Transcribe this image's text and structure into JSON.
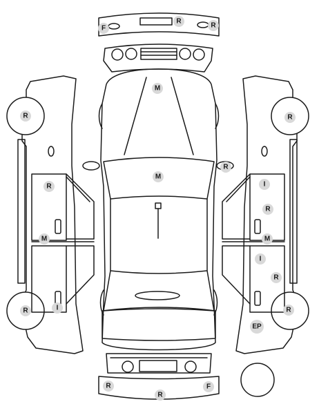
{
  "markers": [
    {
      "id": "front-bumper-left",
      "label": "F"
    },
    {
      "id": "front-bumper-center",
      "label": "R"
    },
    {
      "id": "front-bumper-right",
      "label": "R"
    },
    {
      "id": "hood",
      "label": "M"
    },
    {
      "id": "front-right-fender",
      "label": "R"
    },
    {
      "id": "roof",
      "label": "M"
    },
    {
      "id": "left-front-wheel",
      "label": "R"
    },
    {
      "id": "left-front-door",
      "label": "R"
    },
    {
      "id": "left-rocker",
      "label": "M"
    },
    {
      "id": "left-rear-wheel",
      "label": "R"
    },
    {
      "id": "left-rear-door",
      "label": "I"
    },
    {
      "id": "right-front-wheel",
      "label": "R"
    },
    {
      "id": "right-front-door-upper",
      "label": "I"
    },
    {
      "id": "right-front-door-lower",
      "label": "R"
    },
    {
      "id": "right-rocker",
      "label": "M"
    },
    {
      "id": "right-rear-door",
      "label": "I"
    },
    {
      "id": "right-rear-quarter",
      "label": "R"
    },
    {
      "id": "right-rear-wheel",
      "label": "R"
    },
    {
      "id": "exhaust",
      "label": "EP"
    },
    {
      "id": "rear-bumper-left",
      "label": "R"
    },
    {
      "id": "rear-bumper-center",
      "label": "R"
    },
    {
      "id": "rear-bumper-right",
      "label": "F"
    }
  ]
}
